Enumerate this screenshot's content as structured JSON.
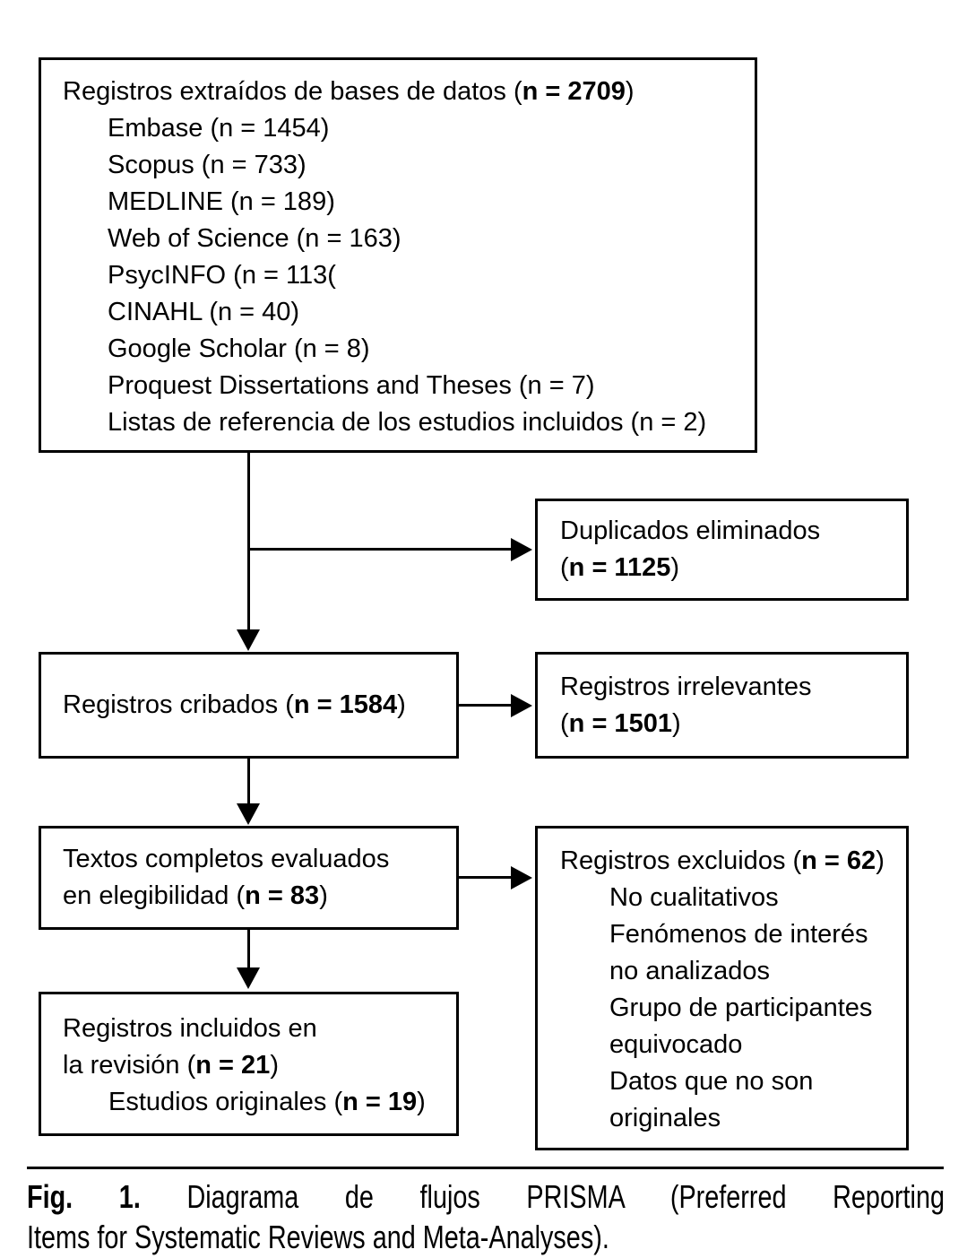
{
  "figure": {
    "boxes": {
      "identification": {
        "title": {
          "pre": "Registros extraídos de bases de datos (",
          "bold": "n = 2709",
          "post": ")"
        },
        "sources": [
          "Embase (n = 1454)",
          "Scopus (n = 733)",
          "MEDLINE (n = 189)",
          "Web of Science (n = 163)",
          "PsycINFO (n = 113(",
          "CINAHL (n = 40)",
          "Google Scholar (n = 8)",
          "Proquest Dissertations and Theses (n = 7)",
          "Listas de referencia de los estudios incluidos (n = 2)"
        ]
      },
      "duplicates_removed": {
        "line1": "Duplicados eliminados",
        "n": {
          "pre": "(",
          "bold": "n = 1125",
          "post": ")"
        }
      },
      "records_screened": {
        "title": {
          "pre": "Registros cribados (",
          "bold": "n = 1584",
          "post": ")"
        }
      },
      "records_irrelevant": {
        "line1": "Registros irrelevantes",
        "n": {
          "pre": "(",
          "bold": "n = 1501",
          "post": ")"
        }
      },
      "fulltext_assessed": {
        "line1": "Textos completos evaluados",
        "line2": {
          "pre": "en elegibilidad (",
          "bold": "n = 83",
          "post": ")"
        }
      },
      "records_excluded": {
        "title": {
          "pre": "Registros excluidos (",
          "bold": "n = 62",
          "post": ")"
        },
        "reasons": [
          "No cualitativos",
          "Fenómenos de interés\nno analizados",
          "Grupo de participantes\nequivocado",
          "Datos que no son\noriginales"
        ]
      },
      "records_included": {
        "line1": "Registros incluidos en",
        "line2": {
          "pre": "la revisión (",
          "bold": "n = 21",
          "post": ")"
        },
        "line3": {
          "pre": "Estudios originales (",
          "bold": "n = 19",
          "post": ")"
        }
      }
    },
    "caption": {
      "label": "Fig. 1.",
      "line1_rest": " Diagrama de flujos PRISMA (Preferred Reporting",
      "line2": "Items for Systematic Reviews and Meta-Analyses)."
    },
    "colors": {
      "ink": "#000000",
      "background": "#ffffff"
    }
  }
}
